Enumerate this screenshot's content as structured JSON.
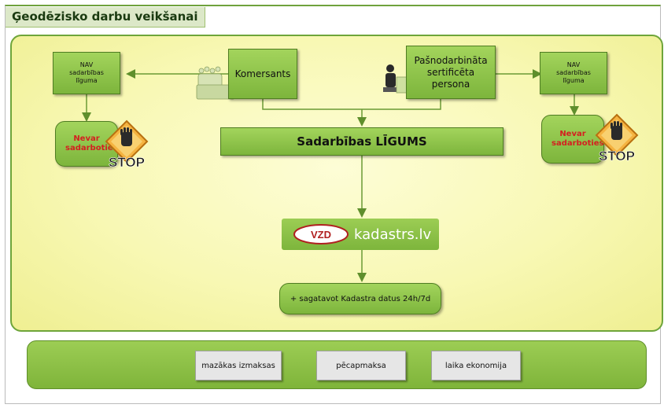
{
  "title": "Ģeodēzisko darbu veikšanai",
  "left_branch": {
    "nav_agreement": "NAV sadarbības līguma",
    "cannot": "Nevar sadarboties",
    "stop": "STOP"
  },
  "right_branch": {
    "nav_agreement": "NAV sadarbības līguma",
    "cannot": "Nevar sadarboties",
    "stop": "STOP"
  },
  "komersants": "Komersants",
  "individual": "Pašnodarbināta sertificēta persona",
  "agreement": "Sadarbības LĪGUMS",
  "logo": {
    "mark": "VZD",
    "text": "kadastrs.lv"
  },
  "prepare": "+ sagatavot Kadastra datus 24h/7d",
  "benefits": [
    "mazākas izmaksas",
    "pēcapmaksa",
    "laika ekonomija"
  ],
  "colors": {
    "box_green": "#8cc449",
    "panel_yellow": "#f8f8b4",
    "alert_red": "#d42020",
    "stop_orange": "#f0a030"
  }
}
